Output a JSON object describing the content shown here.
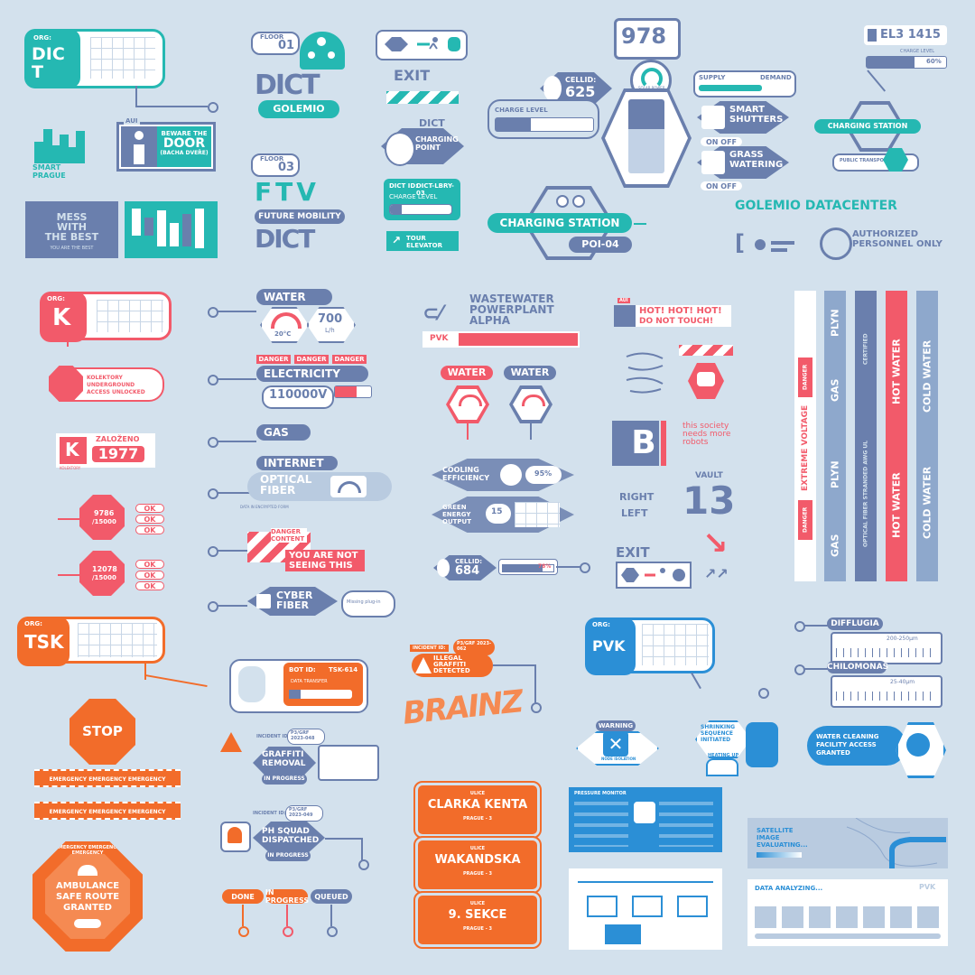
{
  "colors": {
    "bg": "#d3e1ed",
    "slate": "#6a7fad",
    "teal": "#25b8b2",
    "red": "#f25a6a",
    "orange": "#f26c2a",
    "blue": "#2b8fd6",
    "white": "#ffffff"
  },
  "dict_card": {
    "org_label": "ORG:",
    "logo": "DICT"
  },
  "smart_prague": {
    "label": "SMART PRAGUE",
    "icon": "skyline-icon"
  },
  "beware": {
    "ai_label": "AUI",
    "line1": "BEWARE THE",
    "line2": "DOOR",
    "line3": "(BACHA DVEŘE)"
  },
  "mess": {
    "text": "MESS WITH THE BEST",
    "sub": "YOU ARE THE BEST"
  },
  "floor1": {
    "floor_label": "FLOOR",
    "floor_num": "01",
    "logo": "DICT",
    "name": "GOLEMIO"
  },
  "floor3": {
    "floor_label": "FLOOR",
    "floor_num": "03",
    "logo_top": "FTV",
    "name": "FUTURE MOBILITY",
    "logo_bottom": "DICT"
  },
  "exit_top": {
    "exit": "EXIT"
  },
  "charging_point": {
    "logo": "DICT",
    "label": "CHARGING POINT"
  },
  "library": {
    "id_label": "DICT ID:",
    "id": "DICT-LBRY-03",
    "charge_label": "CHARGE LEVEL",
    "charge_pct": "19%",
    "charge_value": 0.19
  },
  "tour": {
    "label": "TOUR ELEVATOR"
  },
  "charging_station_poi": {
    "label": "CHARGING STATION",
    "poi": "POI-04"
  },
  "hub": {
    "code": "978",
    "solar": "SOLAR POWER",
    "cellid_label": "CELLID:",
    "cellid": "625",
    "charge_label": "CHARGE LEVEL",
    "charge_pct": "36%",
    "charge_value": 0.36,
    "supply": "SUPPLY",
    "demand": "DEMAND",
    "shutters": "SMART SHUTTERS",
    "shutters_on": "ON",
    "shutters_off": "OFF",
    "grass": "GRASS WATERING",
    "grass_on": "ON",
    "grass_off": "OFF"
  },
  "el_card": {
    "code": "EL3 1415",
    "pct": "60%",
    "pct_value": 0.6,
    "sub": "CHARGE LEVEL"
  },
  "charging_station_pt": {
    "label": "CHARGING STATION",
    "sub": "PUBLIC TRANSPORT"
  },
  "datacenter": {
    "title": "GOLEMIO DATACENTER",
    "warning": "AUTHORIZED PERSONNEL ONLY"
  },
  "kolektory_card": {
    "org_label": "ORG:",
    "logo": "K"
  },
  "kolektory_access": {
    "text": "KOLEKTORY UNDERGROUND ACCESS UNLOCKED"
  },
  "zalozeno": {
    "label": "ZALOŽENO",
    "year": "1977",
    "brand": "KOLEKTORY"
  },
  "gauge1": {
    "value": "9786",
    "max": "/15000",
    "ok1": "OK",
    "ok2": "OK",
    "ok3": "OK"
  },
  "gauge2": {
    "value": "12078",
    "max": "/15000",
    "ok1": "OK",
    "ok2": "OK",
    "ok3": "OK"
  },
  "water": {
    "label": "WATER",
    "value": "700",
    "unit": "L/h",
    "temp": "20°C"
  },
  "electricity": {
    "danger": [
      "DANGER",
      "DANGER",
      "DANGER"
    ],
    "label": "ELECTRICITY",
    "value": "110000V"
  },
  "gas": {
    "label": "GAS"
  },
  "internet": {
    "label": "INTERNET",
    "sub": "OPTICAL FIBER",
    "note": "DATA IN ENCRYPTED FORM"
  },
  "danger_content": {
    "label": "DANGER CONTENT",
    "text": "YOU ARE NOT SEEING THIS"
  },
  "cyber": {
    "label": "CYBER FIBER",
    "missing": "Missing plug-in"
  },
  "tsk_card": {
    "org_label": "ORG:",
    "logo": "TSK"
  },
  "bot": {
    "id_label": "BOT ID:",
    "id": "TSK-614",
    "sub": "DATA TRANSFER",
    "pct": "18%",
    "pct_value": 0.18
  },
  "stop": {
    "label": "STOP"
  },
  "emergency": {
    "text": "EMERGENCY EMERGENCY EMERGENCY"
  },
  "ambulance": {
    "ring": "EMERGENCY EMERGENCY EMERGENCY",
    "l1": "AMBULANCE",
    "l2": "SAFE ROUTE",
    "l3": "GRANTED"
  },
  "graffiti_removal": {
    "incident_label": "INCIDENT ID:",
    "incident": "P3/GRF 2023-048",
    "label": "GRAFFITI REMOVAL",
    "status": "IN PROGRESS"
  },
  "ph_squad": {
    "incident_label": "INCIDENT ID:",
    "incident": "P3/GRF 2023-049",
    "label": "PH SQUAD DISPATCHED",
    "status": "IN PROGRESS"
  },
  "statuses": [
    "DONE",
    "IN PROGRESS",
    "QUEUED"
  ],
  "wastewater": {
    "title": "WASTEWATER POWERPLANT ALPHA",
    "brand": "PVK"
  },
  "water_gauges": [
    "WATER",
    "WATER"
  ],
  "cooling": {
    "label": "COOLING EFFICIENCY",
    "value": "95%"
  },
  "green": {
    "label": "GREEN ENERGY OUTPUT",
    "value": "15"
  },
  "cellid2": {
    "label": "CELLID:",
    "value": "684",
    "pct": "78%",
    "pct_value": 0.78
  },
  "graffiti_detected": {
    "incident_label": "INCIDENT ID:",
    "incident": "P3/GRF 2023-062",
    "label": "ILLEGAL GRAFFITI DETECTED",
    "tag": "BRAINZ"
  },
  "streets": [
    {
      "ulice": "ULICE",
      "name": "CLARKA KENTA",
      "city": "PRAGUE - 3"
    },
    {
      "ulice": "ULICE",
      "name": "WAKANDSKA",
      "city": "PRAGUE - 3"
    },
    {
      "ulice": "ULICE",
      "name": "9. SEKCE",
      "city": "PRAGUE - 3"
    }
  ],
  "hot": {
    "ai": "AUI",
    "line1": "HOT! HOT! HOT!",
    "line2": "DO NOT TOUCH!"
  },
  "society": {
    "text": "this society needs more robots",
    "letter": "B"
  },
  "vault": {
    "label": "VAULT",
    "num": "13",
    "right": "RIGHT",
    "left": "LEFT"
  },
  "exit_bottom": {
    "exit": "EXIT"
  },
  "pvk_card": {
    "org_label": "ORG:",
    "logo": "PVK"
  },
  "difflugia": {
    "label": "DIFFLUGIA",
    "range": "200-250μm"
  },
  "chilomonas": {
    "label": "CHILOMONAS",
    "range": "25-40μm"
  },
  "warning": {
    "label": "WARNING",
    "sub": "NODE ISOLATION"
  },
  "shrinking": {
    "label": "SHRINKING SEQUENCE INITIATED",
    "sub": "HEATING UP"
  },
  "water_cleaning": {
    "label": "WATER CLEANING FACILITY ACCESS GRANTED"
  },
  "pressure": {
    "label": "PRESSURE MONITOR"
  },
  "satellite": {
    "label": "SATELLITE IMAGE EVALUATING..."
  },
  "analyzing": {
    "label": "DATA ANALYZING...",
    "brand": "PVK"
  },
  "columns": [
    {
      "danger1": "DANGER",
      "main": "EXTREME VOLTAGE",
      "danger2": "DANGER"
    },
    {
      "a": "PLYN",
      "b": "GAS",
      "c": "PLYN",
      "d": "GAS"
    },
    {
      "a": "CERTIFIED",
      "b": "OPTICAL FIBER STRANDED AWG UL"
    },
    {
      "a": "HOT WATER",
      "b": "HOT WATER"
    },
    {
      "a": "COLD WATER",
      "b": "COLD WATER"
    }
  ]
}
